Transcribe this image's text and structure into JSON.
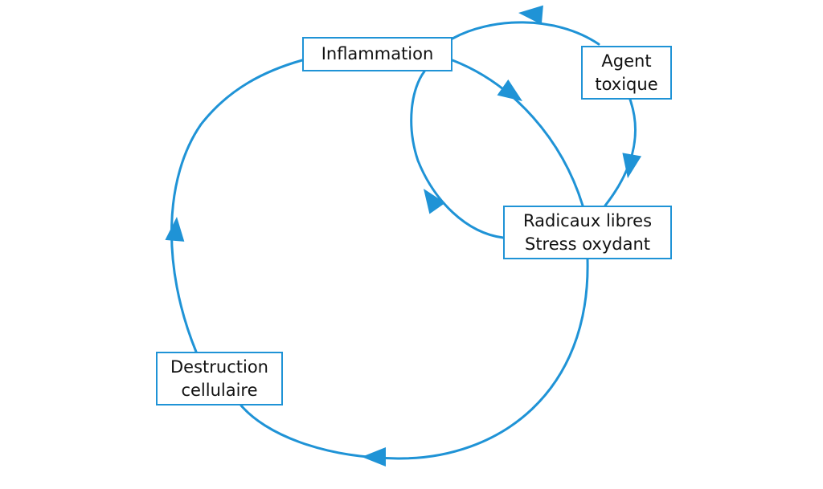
{
  "diagram": {
    "line_color": "#1f93d6",
    "text_color": "#111111",
    "nodes": {
      "inflammation": {
        "lines": [
          "Inflammation"
        ]
      },
      "agent": {
        "lines": [
          "Agent",
          "toxique"
        ]
      },
      "radicaux": {
        "lines": [
          "Radicaux libres",
          "Stress oxydant"
        ]
      },
      "destruction": {
        "lines": [
          "Destruction",
          "cellulaire"
        ]
      }
    }
  }
}
